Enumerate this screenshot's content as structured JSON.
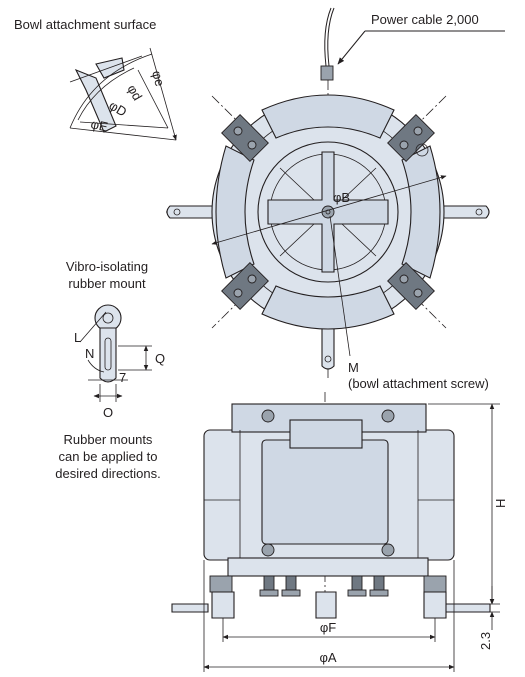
{
  "labels": {
    "bowl_surface": "Bowl attachment surface",
    "power_cable": "Power cable 2,000",
    "phi_e": "φe",
    "phi_d": "φd",
    "phi_D": "φD",
    "phi_E": "φE",
    "phi_B": "φB",
    "vibro_line1": "Vibro-isolating",
    "vibro_line2": "rubber mount",
    "L": "L",
    "N": "N",
    "Q": "Q",
    "seven": "7",
    "O": "O",
    "M": "M",
    "bowl_screw": "(bowl attachment screw)",
    "rubber_line1": "Rubber mounts",
    "rubber_line2": "can be applied to",
    "rubber_line3": "desired directions.",
    "H": "H",
    "two_three": "2.3",
    "phi_F": "φF",
    "phi_A": "φA"
  },
  "colors": {
    "body": "#dce3ec",
    "line": "#231f20"
  }
}
